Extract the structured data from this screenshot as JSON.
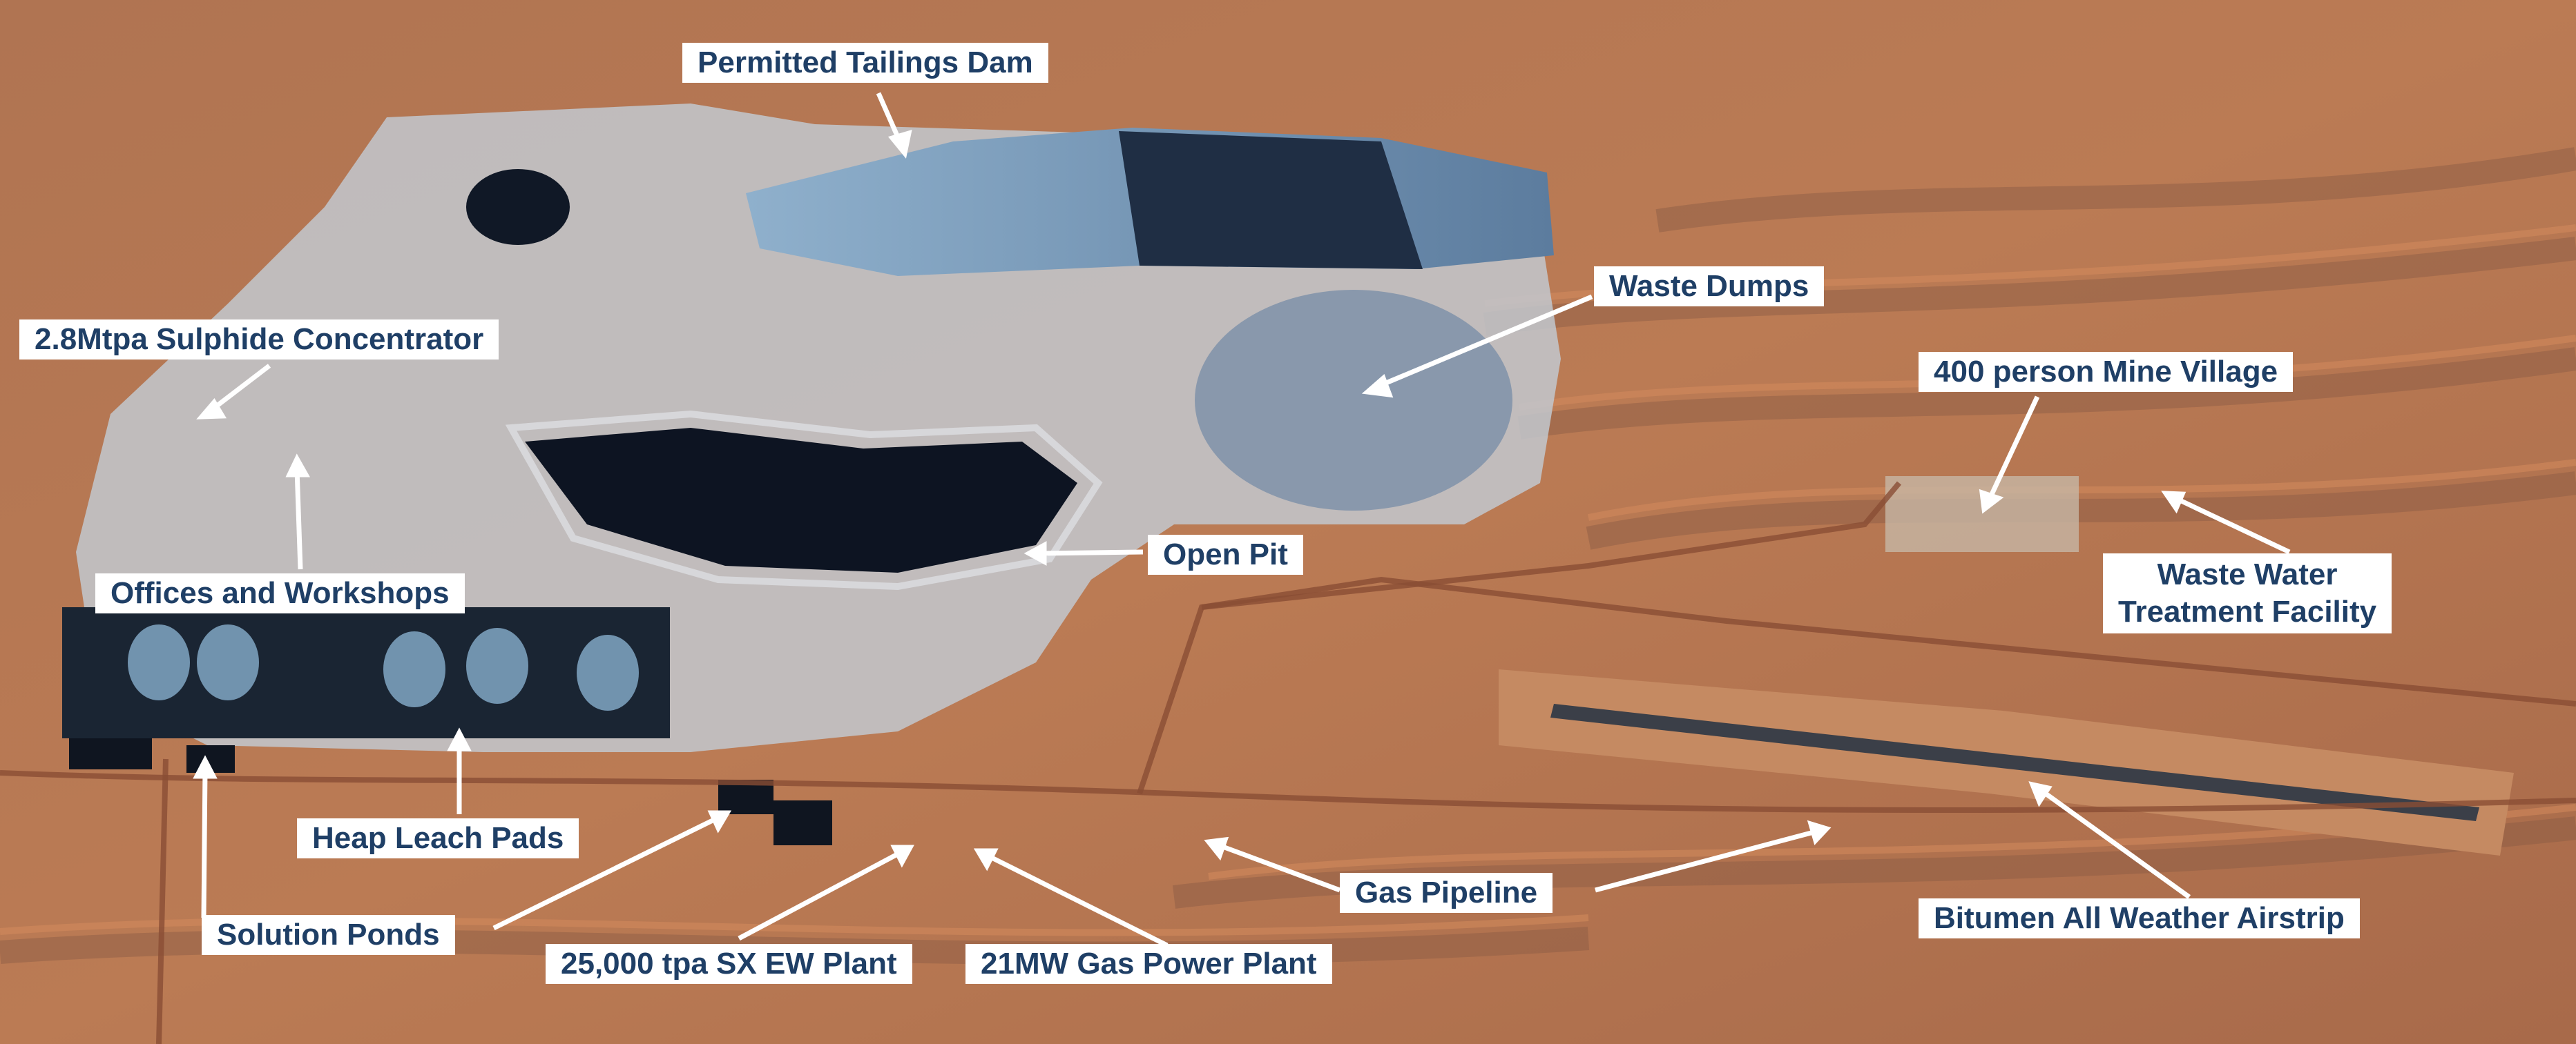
{
  "colors": {
    "label_text": "#1f3f66",
    "label_background": "#ffffff",
    "arrow": "#ffffff",
    "terrain": "#b9774f",
    "pit_water": "#0b1220",
    "tailings": "#6f8fb0"
  },
  "labels": {
    "tailings_dam": "Permitted Tailings Dam",
    "waste_dumps": "Waste Dumps",
    "concentrator": "2.8Mtpa Sulphide Concentrator",
    "mine_village": "400 person Mine Village",
    "open_pit": "Open Pit",
    "offices": "Offices and Workshops",
    "wastewater_line1": "Waste Water",
    "wastewater_line2": "Treatment Facility",
    "heap_leach": "Heap Leach Pads",
    "gas_pipeline": "Gas Pipeline",
    "solution_ponds": "Solution Ponds",
    "sx_ew_plant": "25,000 tpa SX EW Plant",
    "power_plant": "21MW Gas Power Plant",
    "airstrip": "Bitumen All Weather Airstrip"
  }
}
